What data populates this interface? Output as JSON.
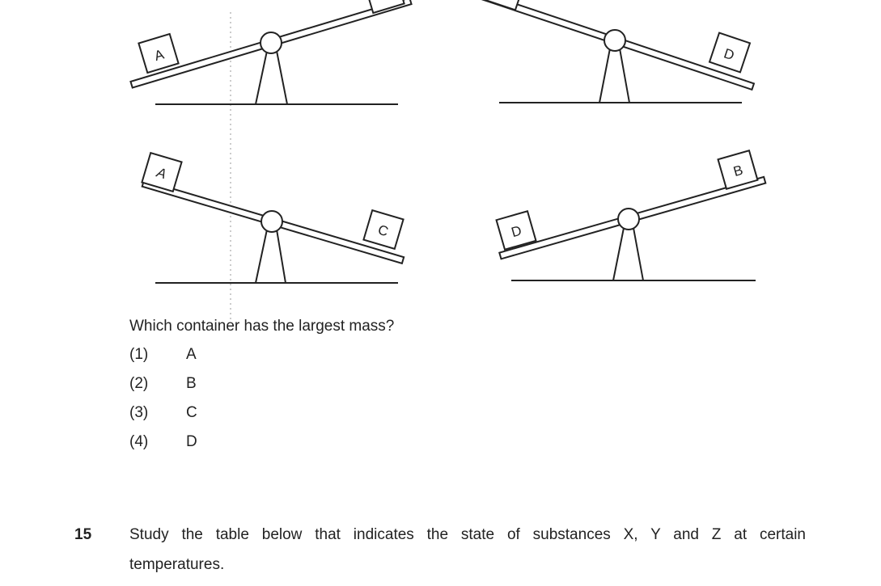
{
  "diagram": {
    "box_labels": {
      "A": "A",
      "B": "B",
      "C": "C",
      "D": "D"
    }
  },
  "question_14": {
    "prompt": "Which container has the largest mass?",
    "options": [
      {
        "num": "(1)",
        "label": "A"
      },
      {
        "num": "(2)",
        "label": "B"
      },
      {
        "num": "(3)",
        "label": "C"
      },
      {
        "num": "(4)",
        "label": "D"
      }
    ]
  },
  "question_15": {
    "number": "15",
    "text_line_1": "Study the table below that indicates the state of substances X, Y and Z at certain",
    "text_line_2": "temperatures."
  }
}
